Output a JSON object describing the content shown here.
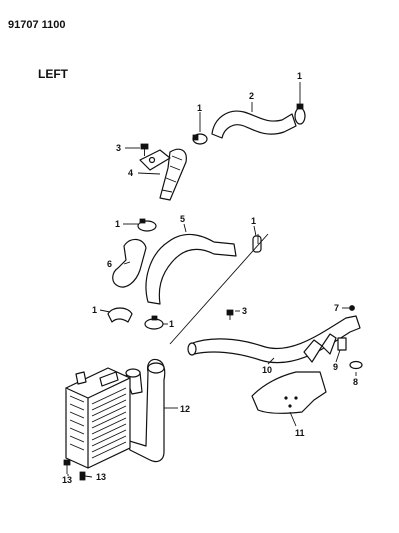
{
  "header": {
    "code": "91707 1100",
    "side": "LEFT"
  },
  "callouts": {
    "c1a": "1",
    "c1b": "1",
    "c1c": "1",
    "c1d": "1",
    "c1e": "1",
    "c1f": "1",
    "c2": "2",
    "c3a": "3",
    "c3b": "3",
    "c4": "4",
    "c5": "5",
    "c6": "6",
    "c7": "7",
    "c8": "8",
    "c9": "9",
    "c10": "10",
    "c11": "11",
    "c12": "12",
    "c13a": "13",
    "c13b": "13"
  }
}
